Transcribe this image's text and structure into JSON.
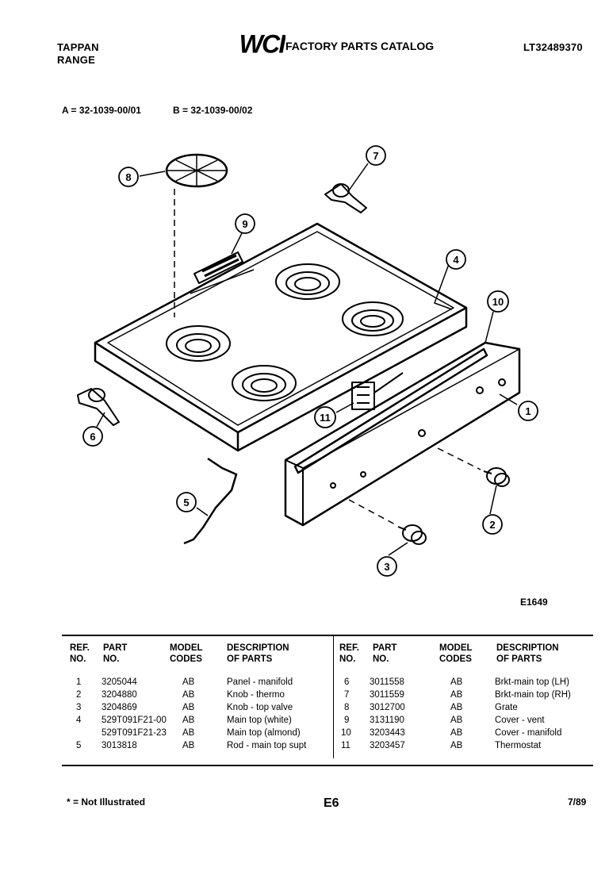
{
  "header": {
    "brand_line1": "TAPPAN",
    "brand_line2": "RANGE",
    "logo_text": "WCI",
    "catalog_title": "FACTORY PARTS CATALOG",
    "catalog_number": "LT32489370"
  },
  "models": {
    "a": "A = 32-1039-00/01",
    "b": "B = 32-1039-00/02"
  },
  "diagram": {
    "figure_id": "E1649",
    "callouts": [
      "1",
      "2",
      "3",
      "4",
      "5",
      "6",
      "7",
      "8",
      "9",
      "10",
      "11"
    ]
  },
  "table": {
    "headers": {
      "ref": [
        "REF.",
        "NO."
      ],
      "part": [
        "PART",
        "NO."
      ],
      "model": [
        "MODEL",
        "CODES"
      ],
      "desc": [
        "DESCRIPTION",
        "OF PARTS"
      ]
    },
    "left_rows": [
      {
        "ref": "1",
        "part": "3205044",
        "model": "AB",
        "desc": "Panel - manifold"
      },
      {
        "ref": "2",
        "part": "3204880",
        "model": "AB",
        "desc": "Knob - thermo"
      },
      {
        "ref": "3",
        "part": "3204869",
        "model": "AB",
        "desc": "Knob - top valve"
      },
      {
        "ref": "4",
        "part": "529T091F21-00",
        "model": "AB",
        "desc": "Main top (white)"
      },
      {
        "ref": "",
        "part": "529T091F21-23",
        "model": "AB",
        "desc": "Main top (almond)"
      },
      {
        "ref": "5",
        "part": "3013818",
        "model": "AB",
        "desc": "Rod - main top supt"
      }
    ],
    "right_rows": [
      {
        "ref": "6",
        "part": "3011558",
        "model": "AB",
        "desc": "Brkt-main top (LH)"
      },
      {
        "ref": "7",
        "part": "3011559",
        "model": "AB",
        "desc": "Brkt-main top (RH)"
      },
      {
        "ref": "8",
        "part": "3012700",
        "model": "AB",
        "desc": "Grate"
      },
      {
        "ref": "9",
        "part": "3131190",
        "model": "AB",
        "desc": "Cover - vent"
      },
      {
        "ref": "10",
        "part": "3203443",
        "model": "AB",
        "desc": "Cover - manifold"
      },
      {
        "ref": "11",
        "part": "3203457",
        "model": "AB",
        "desc": "Thermostat"
      }
    ]
  },
  "footer": {
    "note": "* = Not Illustrated",
    "page_code": "E6",
    "date": "7/89"
  }
}
